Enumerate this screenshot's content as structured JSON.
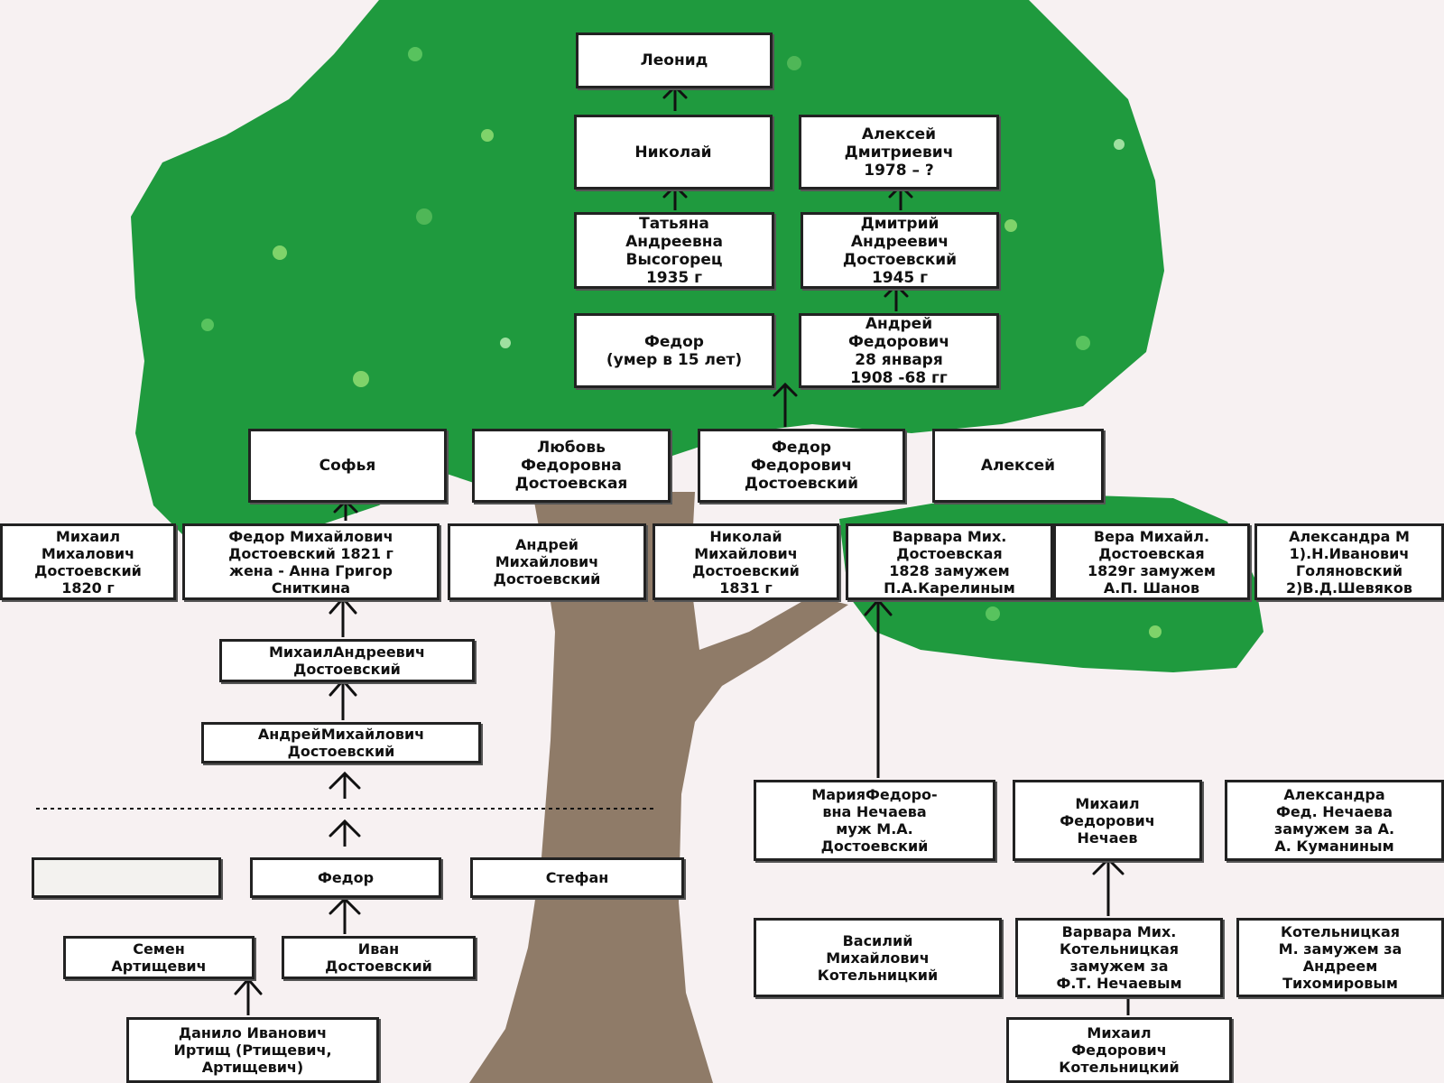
{
  "nodes": {
    "leonid": "Леонид",
    "nikolai_top": "Николай",
    "aleksei_dm": "Алексей\nДмитриевич\n1978 – ?",
    "tatyana": "Татьяна\nАндреевна\nВысогорец\n1935 г",
    "dmitry": "Дмитрий\nАндреевич\nДостоевский\n1945 г",
    "fedor_child": "Федор\n(умер в 15 лет)",
    "andrei_fed": "Андрей\nФедорович\n28 января\n1908 -68 гг",
    "sofya": "Софья",
    "lyubov": "Любовь\nФедоровна\nДостоевская",
    "fedor_fed": "Федор\nФедорович\nДостоевский",
    "aleksei": "Алексей",
    "mikhail_m": "Михаил\nМихалович\nДостоевский\n1820 г",
    "fedor_mikh": "Федор Михайлович\nДостоевский 1821 г\nжена - Анна Григор\nСниткина",
    "andrei_mikh": "Андрей\nМихайлович\nДостоевский",
    "nikolai_mikh": "Николай\nМихайлович\nДостоевский\n1831 г",
    "varvara_mikh": "Варвара Мих.\nДостоевская\n1828 замужем\nП.А.Карелиным",
    "vera_mikh": "Вера Михайл.\nДостоевская\n1829г замужем\nА.П. Шанов",
    "aleksandra_m": "Александра М\n1).Н.Иванович\nГоляновский\n2)В.Д.Шевяков",
    "mikhail_andr": "МихаилАндреевич\nДостоевский",
    "andrei_mikh2": "АндрейМихайлович\nДостоевский",
    "blank": "",
    "fedor_anc": "Федор",
    "stefan": "Стефан",
    "semen": "Семен\nАртищевич",
    "ivan": "Иван\nДостоевский",
    "danilo": "Данило Иванович\nИртищ (Ртищевич,\nАртищевич)",
    "mariya_fed": "МарияФедоро-\nвна  Нечаева\nмуж М.А.\nДостоевский",
    "mikhail_nech": "Михаил\nФедорович\nНечаев",
    "aleksandra_nech": "Александра\nФед. Нечаева\nзамужем за А.\nА. Куманиным",
    "vasily": "Василий\nМихайлович\nКотельницкий",
    "varvara_kot": "Варвара Мих.\nКотельницкая\nзамужем за\nФ.Т. Нечаевым",
    "kotel_m": "Котельницкая\nМ. замужем за\nАндреем\nТихомировым",
    "mikhail_kot": "Михаил\nФедорович\nКотельницкий"
  }
}
